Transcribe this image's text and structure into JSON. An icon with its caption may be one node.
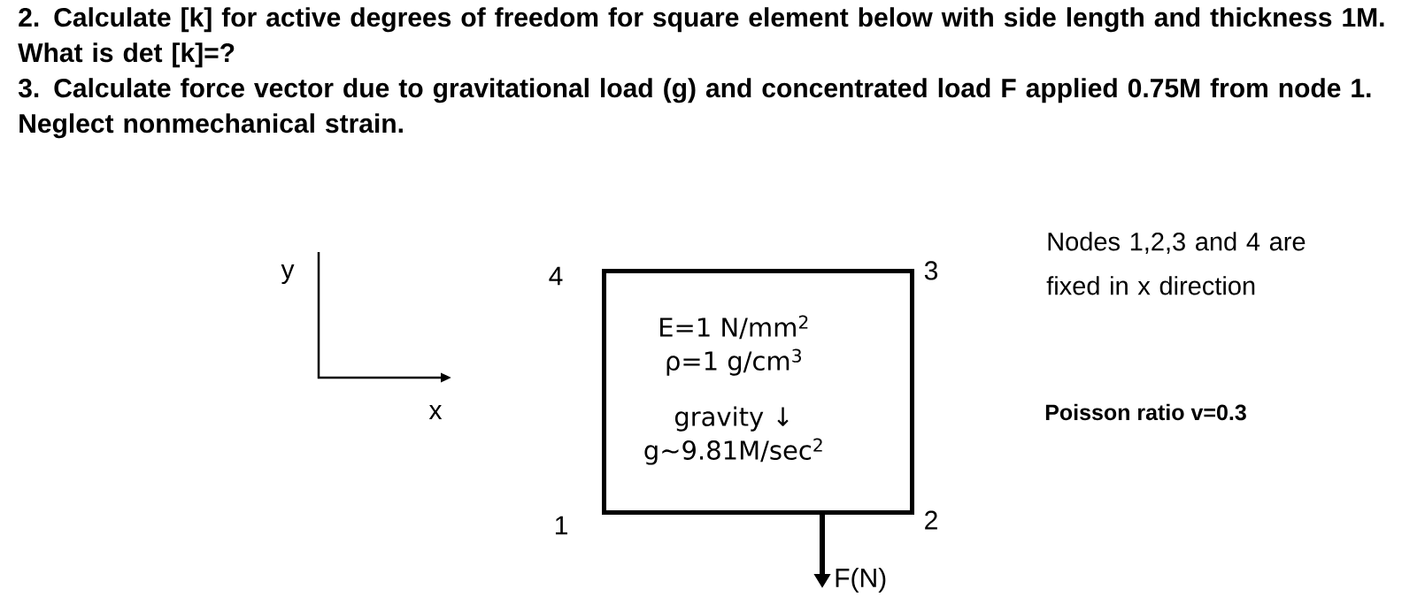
{
  "diagram": {
    "nodes": [
      {
        "text": [
          "E=1 N/mm$^{2}$",
          "ρ=1 g/cm$^{3}$",
          "gravity ↓",
          "g~9.81M/sec$^{2}$"
        ]
      }
    ],
    "edges": [],
    "labels": [
      "2. Calculate [k] for active degrees of freedom for square element below with side length and thickness 1M. What is det [k]=?",
      "3. Calculate force vector due to gravitational load (g) and concentrated load F applied 0.75M from node 1. Neglect nonmechanical strain.",
      "Nodes 1,2,3 and 4 are fixed in x direction",
      "y",
      "4",
      "3",
      "x",
      "Poisson ratio v=0.3",
      "1",
      "2",
      "F(N)"
    ]
  }
}
